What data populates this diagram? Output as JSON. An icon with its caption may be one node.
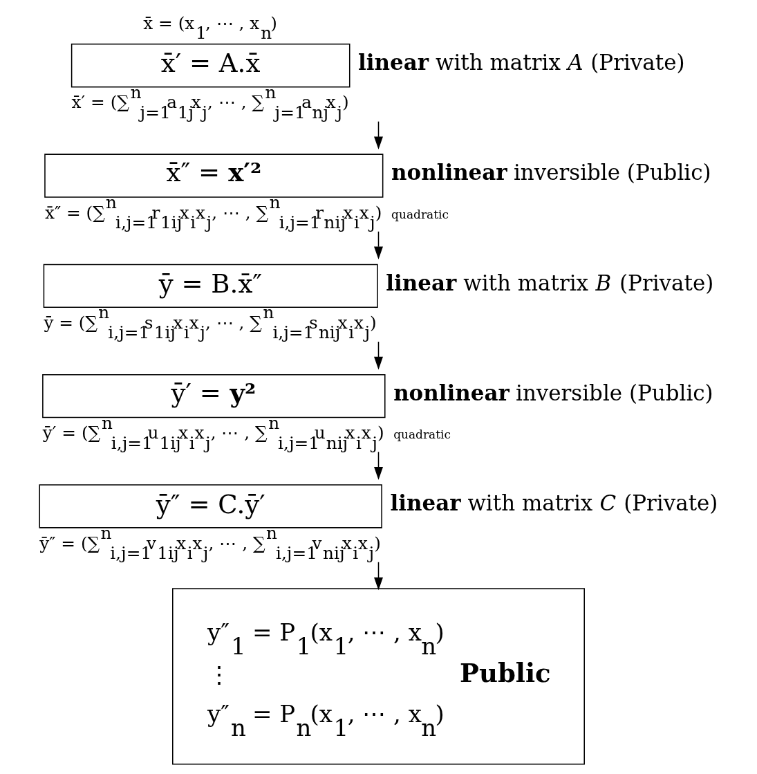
{
  "diagram": {
    "nodes": [
      {
        "text": [
          "x̄ = (x$_{1}$, ⋯ , x$_{n}$)",
          "x̄′ = A.x̄"
        ],
        "beside": [
          "x̄′ = (∑$^{n}$$_{j=1}$a$_{1j}$x$_{j}$, ⋯ , ∑$^{n}$$_{j=1}$a$_{nj}$x$_{j}$)",
          "**linear** with matrix *A* (Private)"
        ]
      },
      {
        "text": [
          "x̄″ = **x′²**"
        ],
        "beside": [
          "x̄″ = (∑$^{n}$$_{i,j=1}$r$_{1ij}$x$_{i}$x$_{j}$, ⋯ , ∑$^{n}$$_{i,j=1}$r$_{nij}$x$_{i}$x$_{j}$)",
          "**nonlinear** inversible (Public)",
          "quadratic"
        ]
      },
      {
        "text": [
          "ȳ = B.x̄″"
        ],
        "beside": [
          "ȳ = (∑$^{n}$$_{i,j=1}$s$_{1ij}$x$_{i}$x$_{j}$, ⋯ , ∑$^{n}$$_{i,j=1}$s$_{nij}$x$_{i}$x$_{j}$)",
          "**linear** with matrix *B* (Private)"
        ]
      },
      {
        "text": [
          "ȳ′ = **y²**"
        ],
        "beside": [
          "ȳ′ = (∑$^{n}$$_{i,j=1}$u$_{1ij}$x$_{i}$x$_{j}$, ⋯ , ∑$^{n}$$_{i,j=1}$u$_{nij}$x$_{i}$x$_{j}$)",
          "**nonlinear** inversible (Public)",
          "quadratic"
        ]
      },
      {
        "text": [
          "ȳ″ = C.ȳ′"
        ],
        "beside": [
          "ȳ″ = (∑$^{n}$$_{i,j=1}$v$_{1ij}$x$_{i}$x$_{j}$, ⋯ , ∑$^{n}$$_{i,j=1}$v$_{nij}$x$_{i}$x$_{j}$)",
          "**linear** with matrix *C* (Private)"
        ]
      },
      {
        "text": [
          "y″$_{1}$ = P$_{1}$(x$_{1}$, ⋯ , x$_{n}$)",
          "⋮",
          "y″$_{n}$ = P$_{n}$(x$_{1}$, ⋯ , x$_{n}$)",
          "Public"
        ]
      }
    ],
    "edges": [
      {
        "from": 0,
        "to": 1,
        "arrow": "to"
      },
      {
        "from": 1,
        "to": 2,
        "arrow": "to"
      },
      {
        "from": 2,
        "to": 3,
        "arrow": "to"
      },
      {
        "from": 3,
        "to": 4,
        "arrow": "to"
      },
      {
        "from": 4,
        "to": 5,
        "arrow": "to"
      }
    ]
  }
}
